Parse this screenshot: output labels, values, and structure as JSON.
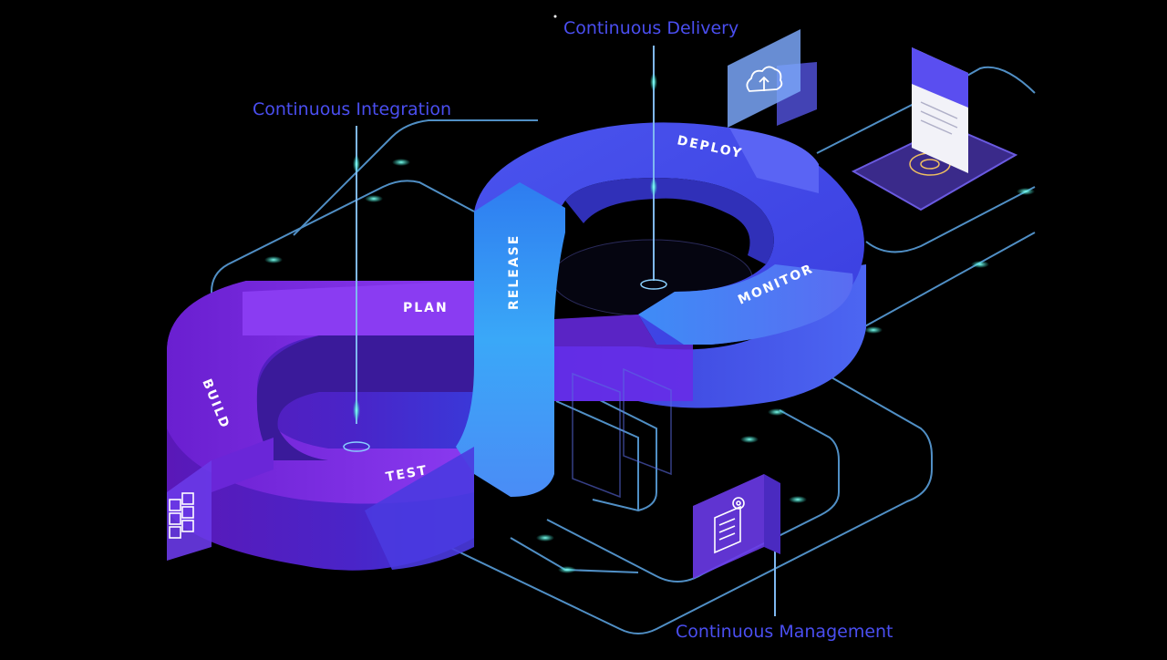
{
  "callouts": {
    "continuous_integration": "Continuous Integration",
    "continuous_delivery": "Continuous Delivery",
    "continuous_management": "Continuous Management"
  },
  "stages": {
    "plan": "PLAN",
    "build": "BUILD",
    "test": "TEST",
    "release": "RELEASE",
    "deploy": "DEPLOY",
    "monitor": "MONITOR"
  },
  "colors": {
    "background": "#000000",
    "callout_text": "#4a4ef0",
    "left_loop_purple": "#7a2ee0",
    "right_loop_blue": "#4a5cf0",
    "release_cyan": "#3aa8f8",
    "circuit_line": "#5fa8e8",
    "glow_node": "#38e6d0"
  },
  "icons": [
    "cloud-upload-icon",
    "document-card-icon",
    "tablet-target-icon",
    "settings-document-icon",
    "grid-blocks-icon"
  ]
}
